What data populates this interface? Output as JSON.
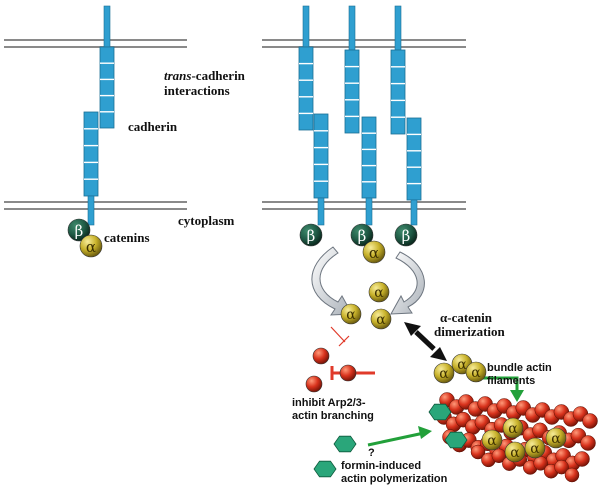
{
  "labels": {
    "trans_italic": "trans",
    "trans_rest": "-cadherin",
    "interactions": "interactions",
    "cadherin": "cadherin",
    "cytoplasm": "cytoplasm",
    "catenins": "catenins",
    "alpha_catenin_1": "α-catenin",
    "alpha_catenin_2": "dimerization",
    "bundle_1": "bundle actin",
    "bundle_2": "filaments",
    "inhibit_1": "inhibit Arp2/3-",
    "inhibit_2": "actin branching",
    "question": "?",
    "formin_1": "formin-induced",
    "formin_2": "actin polymerization"
  },
  "symbols": {
    "beta": "β",
    "alpha": "α"
  },
  "colors": {
    "membrane": "#8a8a8a",
    "cadherin": "#2f9fd0",
    "beta": "#1f5a45",
    "alpha": "#c8b22a",
    "actin": "#d8321c",
    "formin": "#2aa67a",
    "green_arrow": "#22a03a",
    "inhibit": "#e03a2a"
  }
}
